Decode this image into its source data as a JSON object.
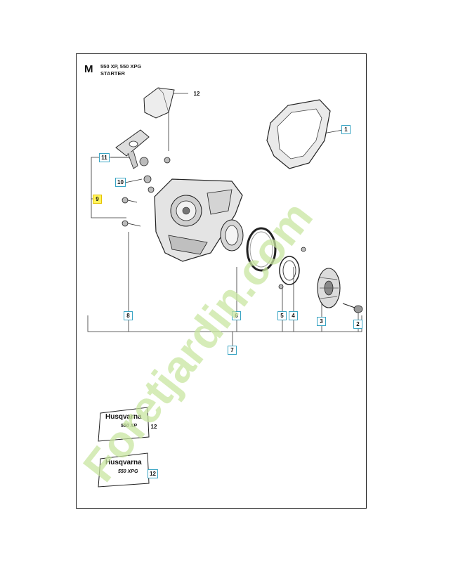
{
  "header": {
    "letter": "M",
    "models": "550 XP, 550 XPG",
    "title": "STARTER"
  },
  "callouts": [
    {
      "id": "c12a",
      "label": "12",
      "style": "plain"
    },
    {
      "id": "c1",
      "label": "1",
      "style": "boxed"
    },
    {
      "id": "c11",
      "label": "11",
      "style": "boxed"
    },
    {
      "id": "c10",
      "label": "10",
      "style": "boxed"
    },
    {
      "id": "c9",
      "label": "9",
      "style": "yellow"
    },
    {
      "id": "c8",
      "label": "8",
      "style": "boxed"
    },
    {
      "id": "c6",
      "label": "6",
      "style": "boxed"
    },
    {
      "id": "c5",
      "label": "5",
      "style": "boxed"
    },
    {
      "id": "c4",
      "label": "4",
      "style": "boxed"
    },
    {
      "id": "c3",
      "label": "3",
      "style": "boxed"
    },
    {
      "id": "c2",
      "label": "2",
      "style": "boxed"
    },
    {
      "id": "c7",
      "label": "7",
      "style": "boxed"
    },
    {
      "id": "c12b",
      "label": "12",
      "style": "plain"
    },
    {
      "id": "c12c",
      "label": "12",
      "style": "boxed"
    }
  ],
  "decals": [
    {
      "brand": "Husqvarna",
      "model": "550 XP"
    },
    {
      "brand": "Husqvarna",
      "model": "550 XPG"
    }
  ],
  "watermark": {
    "text": "Foretjardin.com",
    "color_main": "#c8e6a0",
    "color_dot": "#d9c9b0"
  }
}
